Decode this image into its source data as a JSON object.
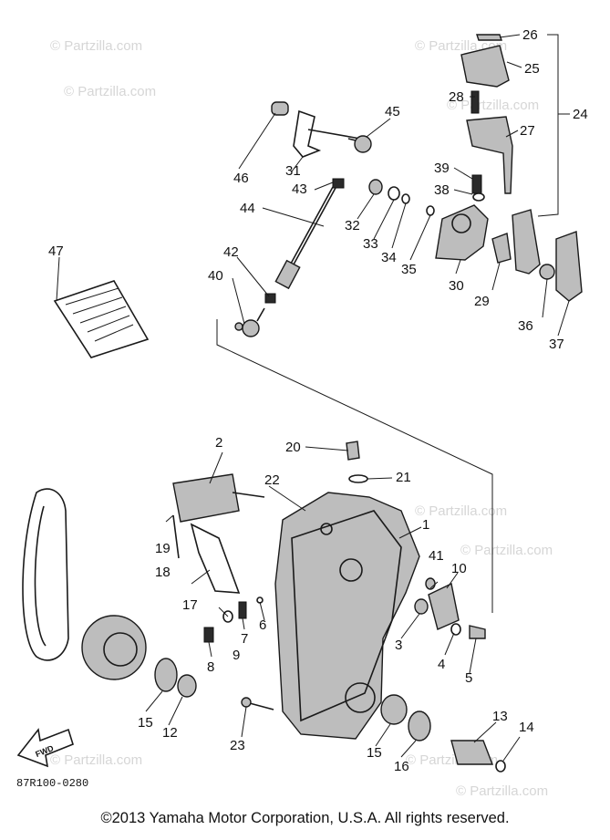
{
  "watermark": "© Partzilla.com",
  "drawing_code": "87R100-0280",
  "copyright": "©2013 Yamaha Motor Corporation, U.S.A. All rights reserved.",
  "fwd_label": "FWD",
  "callouts": [
    "1",
    "2",
    "3",
    "4",
    "5",
    "6",
    "7",
    "8",
    "9",
    "10",
    "12",
    "13",
    "14",
    "15",
    "15",
    "16",
    "17",
    "18",
    "19",
    "20",
    "21",
    "22",
    "23",
    "24",
    "25",
    "26",
    "27",
    "28",
    "29",
    "30",
    "31",
    "32",
    "33",
    "34",
    "35",
    "36",
    "37",
    "38",
    "39",
    "40",
    "41",
    "42",
    "43",
    "44",
    "45",
    "46",
    "47"
  ]
}
